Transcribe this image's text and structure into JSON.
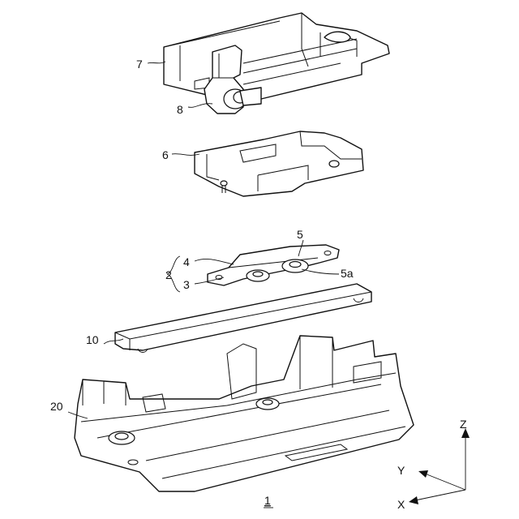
{
  "figure": {
    "labels": {
      "l7": "7",
      "l8": "8",
      "l6": "6",
      "l5": "5",
      "l4": "4",
      "l2": "2",
      "l5a": "5a",
      "l3": "3",
      "l10": "10",
      "l20": "20",
      "l1": "1"
    },
    "axes": {
      "z": "Z",
      "y": "Y",
      "x": "X"
    }
  }
}
